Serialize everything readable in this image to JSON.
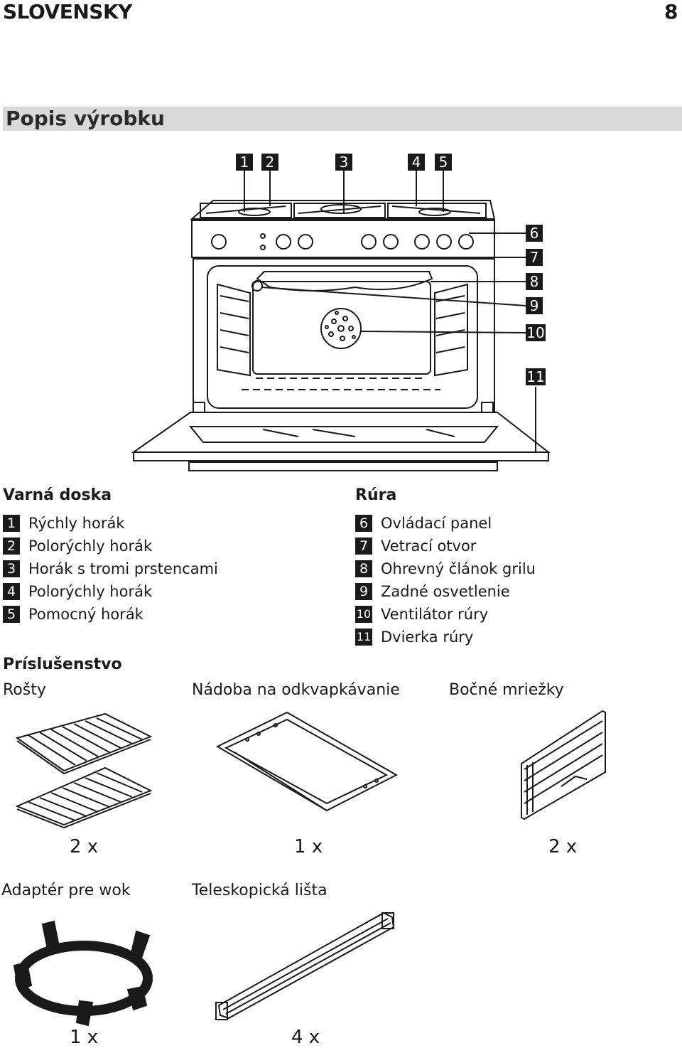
{
  "header": {
    "language": "SLOVENSKY",
    "page_number": "8"
  },
  "section_title": "Popis výrobku",
  "diagram": {
    "top_callouts": [
      "1",
      "2",
      "3",
      "4",
      "5"
    ],
    "side_callouts": [
      "6",
      "7",
      "8",
      "9",
      "10",
      "11"
    ]
  },
  "hob": {
    "heading": "Varná doska",
    "items": [
      {
        "num": "1",
        "label": "Rýchly horák"
      },
      {
        "num": "2",
        "label": "Polorýchly horák"
      },
      {
        "num": "3",
        "label": "Horák s tromi prstencami"
      },
      {
        "num": "4",
        "label": "Polorýchly horák"
      },
      {
        "num": "5",
        "label": "Pomocný horák"
      }
    ]
  },
  "oven": {
    "heading": "Rúra",
    "items": [
      {
        "num": "6",
        "label": "Ovládací panel"
      },
      {
        "num": "7",
        "label": "Vetrací otvor"
      },
      {
        "num": "8",
        "label": "Ohrevný článok grilu"
      },
      {
        "num": "9",
        "label": "Zadné osvetlenie"
      },
      {
        "num": "10",
        "label": "Ventilátor rúry"
      },
      {
        "num": "11",
        "label": "Dvierka rúry"
      }
    ]
  },
  "accessories": {
    "heading": "Príslušenstvo",
    "items": [
      {
        "label": "Rošty",
        "qty": "2 x",
        "icon": "oven-rack-icon"
      },
      {
        "label": "Nádoba na odkvapkávanie",
        "qty": "1 x",
        "icon": "drip-tray-icon"
      },
      {
        "label": "Bočné mriežky",
        "qty": "2 x",
        "icon": "side-rails-icon"
      },
      {
        "label": "Adaptér pre wok",
        "qty": "1 x",
        "icon": "wok-adapter-icon"
      },
      {
        "label": "Teleskopická lišta",
        "qty": "4 x",
        "icon": "telescopic-rail-icon"
      }
    ]
  }
}
